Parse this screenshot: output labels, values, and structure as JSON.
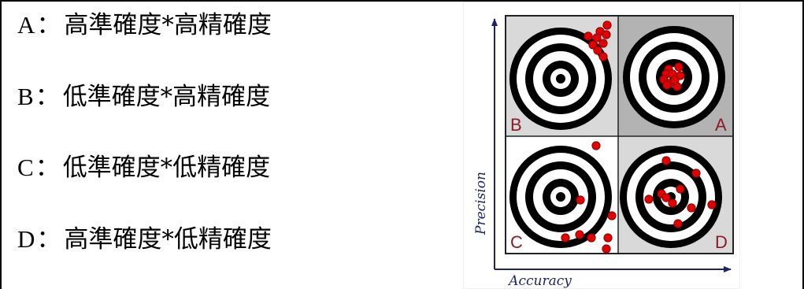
{
  "legend": [
    {
      "letter": "A",
      "separator": "：",
      "text": "高準確度*高精確度"
    },
    {
      "letter": "B",
      "separator": "：",
      "text": "低準確度*高精確度"
    },
    {
      "letter": "C",
      "separator": "：",
      "text": "低準確度*低精確度"
    },
    {
      "letter": "D",
      "separator": "：",
      "text": "高準確度*低精確度"
    }
  ],
  "figure": {
    "y_axis_label": "Precision",
    "x_axis_label": "Accuracy",
    "quadrant_labels": {
      "top_left": "B",
      "top_right": "A",
      "bottom_left": "C",
      "bottom_right": "D"
    },
    "colors": {
      "quadrant_dark": "#b3b3b3",
      "quadrant_light": "#d9d9d9",
      "quadrant_white": "#ffffff",
      "ring": "#000000",
      "hit": "#e00000",
      "label": "#8b1a2a",
      "axis": "#1f2466"
    }
  }
}
